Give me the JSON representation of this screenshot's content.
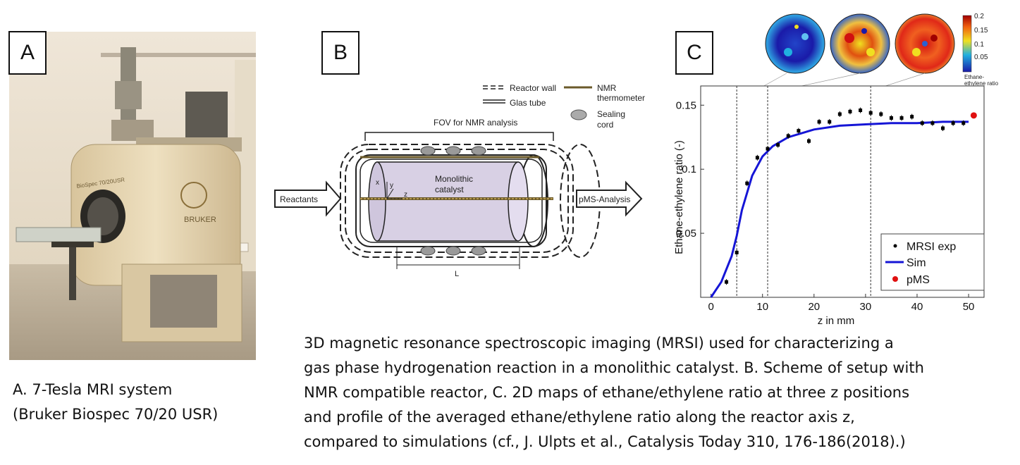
{
  "panels": {
    "a_label": "A",
    "b_label": "B",
    "c_label": "C"
  },
  "photo": {
    "brand_text": "BRUKER",
    "model_text": "BioSpec 70/20USR"
  },
  "caption_a": {
    "line1": "A. 7-Tesla MRI system",
    "line2": "(Bruker Biospec 70/20 USR)"
  },
  "caption_main": {
    "line1": "3D magnetic resonance spectroscopic imaging  (MRSI) used for characterizing a",
    "line2": "gas phase hydrogenation reaction in a monolithic catalyst. B. Scheme of setup with",
    "line3": "NMR compatible reactor, C. 2D maps of ethane/ethylene ratio at three z positions",
    "line4": "and profile of the averaged ethane/ethylene ratio along the reactor axis z,",
    "line5": "compared to simulations (cf., J. Ulpts et al., Catalysis Today 310, 176-186(2018).)"
  },
  "scheme": {
    "legend_reactor_wall": "Reactor wall",
    "legend_glas_tube": "Glas tube",
    "legend_nmr": "NMR",
    "legend_thermometer": "thermometer",
    "legend_sealing": "Sealing",
    "legend_cord": "cord",
    "fov": "FOV for NMR analysis",
    "catalyst_line1": "Monolithic",
    "catalyst_line2": "catalyst",
    "axis_x": "x",
    "axis_y": "y",
    "axis_z": "z",
    "reactants": "Reactants",
    "pms": "pMS-Analysis",
    "length": "L"
  },
  "maps": {
    "colorbar_ticks": [
      "0.2",
      "0.15",
      "0.1",
      "0.05"
    ],
    "colorbar_label_line1": "Ethane-",
    "colorbar_label_line2": "ethylene ratio",
    "colors": {
      "low": "#1a1aa8",
      "mid": "#f0e020",
      "high": "#d01010"
    }
  },
  "chart_data": {
    "type": "scatter",
    "xlabel": "z in mm",
    "ylabel": "Ethane-ethylene ratio (-)",
    "xlim": [
      -2,
      53
    ],
    "ylim": [
      0,
      0.165
    ],
    "xticks": [
      0,
      10,
      20,
      30,
      40,
      50
    ],
    "yticks": [
      0.05,
      0.1,
      0.15
    ],
    "ytick_labels": [
      "0.05",
      "0.1",
      "0.15"
    ],
    "vlines": [
      5,
      11,
      31
    ],
    "legend_position": "bottom-right",
    "series": [
      {
        "name": "MRSI exp",
        "color": "#000000",
        "x": [
          3,
          5,
          7,
          9,
          11,
          13,
          15,
          17,
          19,
          21,
          23,
          25,
          27,
          29,
          31,
          33,
          35,
          37,
          39,
          41,
          43,
          45,
          47,
          49
        ],
        "y": [
          0.012,
          0.035,
          0.089,
          0.109,
          0.116,
          0.119,
          0.126,
          0.13,
          0.122,
          0.137,
          0.137,
          0.143,
          0.145,
          0.146,
          0.144,
          0.143,
          0.14,
          0.14,
          0.141,
          0.136,
          0.136,
          0.132,
          0.136,
          0.136
        ]
      },
      {
        "name": "Sim",
        "color": "#1515d6",
        "x": [
          0,
          2,
          4,
          5,
          6,
          8,
          10,
          12,
          15,
          20,
          25,
          30,
          35,
          40,
          45,
          50
        ],
        "y": [
          0.0,
          0.012,
          0.032,
          0.048,
          0.068,
          0.095,
          0.11,
          0.118,
          0.125,
          0.131,
          0.134,
          0.135,
          0.136,
          0.136,
          0.137,
          0.137
        ]
      },
      {
        "name": "pMS",
        "color": "#e01010",
        "x": [
          51
        ],
        "y": [
          0.142
        ]
      }
    ]
  }
}
